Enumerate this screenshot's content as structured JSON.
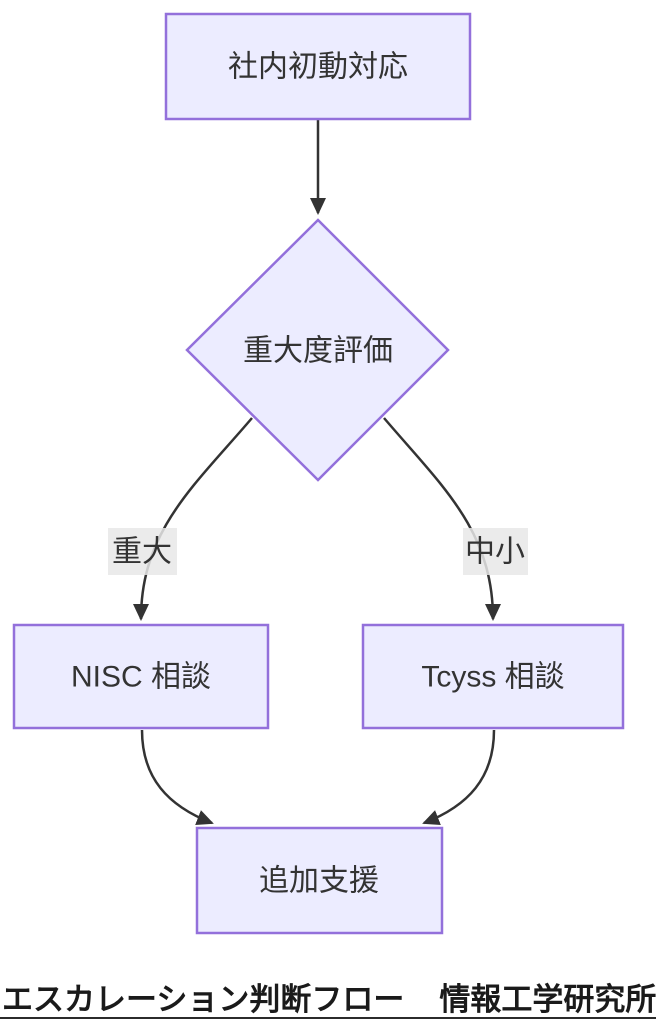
{
  "diagram": {
    "type": "flowchart",
    "nodes": {
      "initial_response": {
        "label": "社内初動対応",
        "shape": "rect"
      },
      "severity_assessment": {
        "label": "重大度評価",
        "shape": "diamond"
      },
      "nisc_consult": {
        "label": "NISC 相談",
        "shape": "rect"
      },
      "tcyss_consult": {
        "label": "Tcyss 相談",
        "shape": "rect"
      },
      "additional_support": {
        "label": "追加支援",
        "shape": "rect"
      }
    },
    "edge_labels": {
      "major": "重大",
      "minor_small": "中小"
    },
    "edges": [
      {
        "from": "initial_response",
        "to": "severity_assessment",
        "label": ""
      },
      {
        "from": "severity_assessment",
        "to": "nisc_consult",
        "label": "重大"
      },
      {
        "from": "severity_assessment",
        "to": "tcyss_consult",
        "label": "中小"
      },
      {
        "from": "nisc_consult",
        "to": "additional_support",
        "label": ""
      },
      {
        "from": "tcyss_consult",
        "to": "additional_support",
        "label": ""
      }
    ],
    "colors": {
      "node_fill": "#ECECFF",
      "node_border": "#9370DB",
      "edge_line": "#333333",
      "edge_label_bg": "#E8E8E8",
      "text": "#333333"
    }
  },
  "footer": {
    "caption": "エスカレーション判断フロー",
    "organization": "情報工学研究所"
  }
}
